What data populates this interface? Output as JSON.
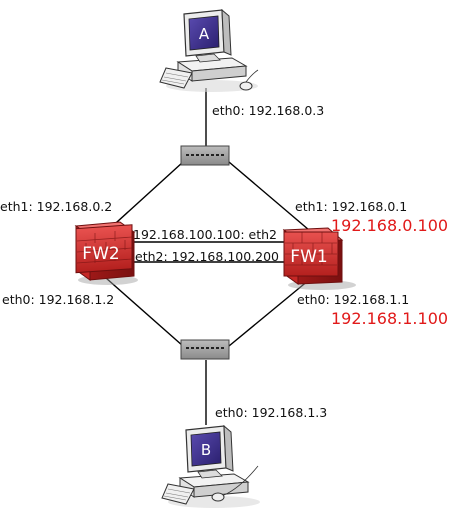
{
  "hosts": {
    "a": {
      "name": "A",
      "eth0": "eth0: 192.168.0.3"
    },
    "b": {
      "name": "B",
      "eth0": "eth0: 192.168.1.3"
    }
  },
  "firewalls": {
    "fw2": {
      "name": "FW2",
      "eth1": "eth1: 192.168.0.2",
      "eth2": "eth2: 192.168.100.200",
      "eth0": "eth0: 192.168.1.2"
    },
    "fw1": {
      "name": "FW1",
      "eth1": "eth1: 192.168.0.1",
      "eth2": "192.168.100.100: eth2",
      "eth0": "eth0: 192.168.1.1",
      "vip_top": "192.168.0.100",
      "vip_bottom": "192.168.1.100"
    }
  },
  "colors": {
    "firewall_brick": "#d9312f",
    "virtual_ip_text": "#e11a1a",
    "switch_gray": "#9a9a9a",
    "monitor_screen": "#3c2f8a"
  },
  "icons": [
    "workstation-icon",
    "switch-icon",
    "firewall-icon"
  ]
}
